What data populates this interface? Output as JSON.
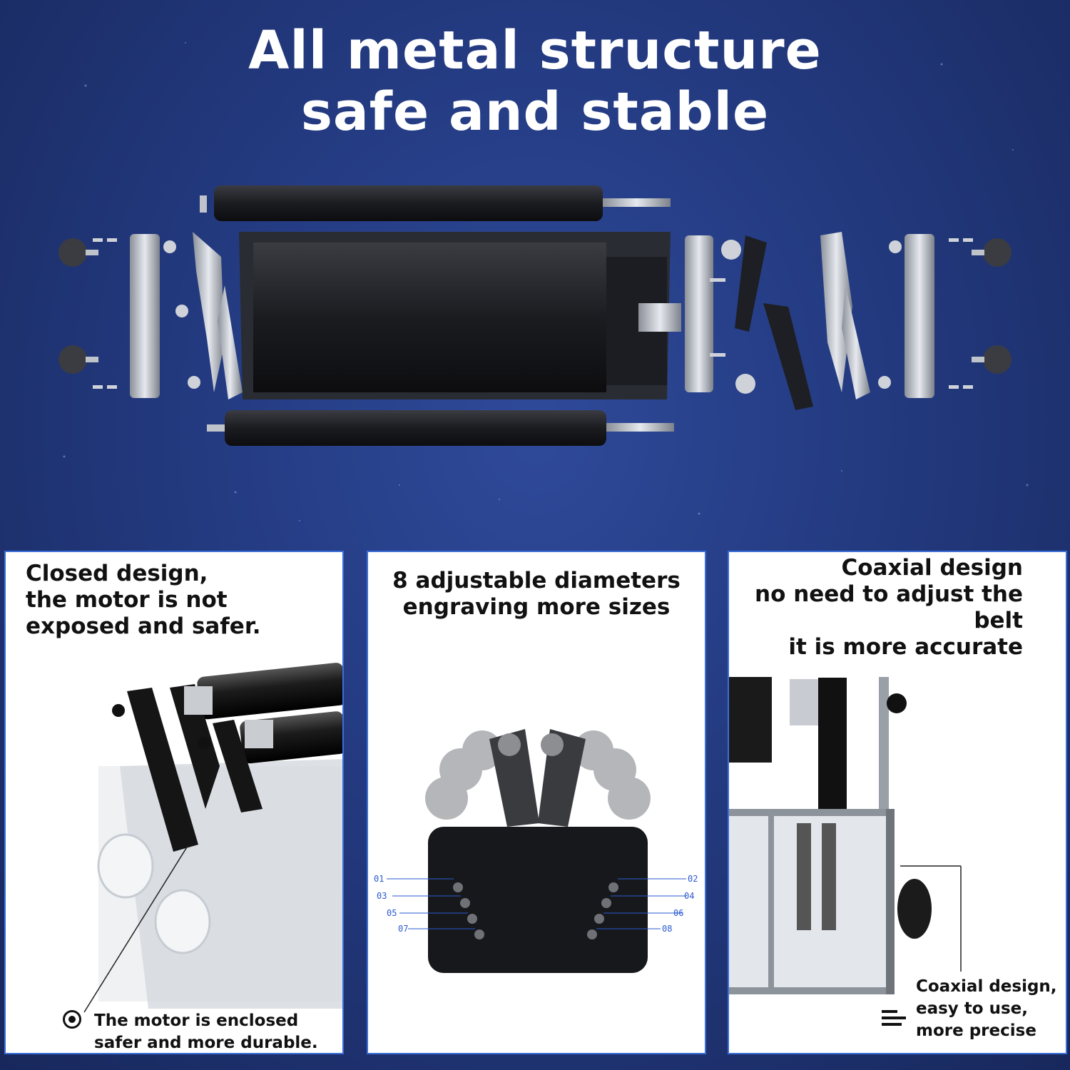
{
  "headline": {
    "line1": "All metal structure",
    "line2": "safe and stable"
  },
  "panels": {
    "closed": {
      "title": [
        "Closed design,",
        " the motor is not",
        " exposed and safer."
      ],
      "note": [
        "The motor is enclosed",
        "safer and more durable."
      ]
    },
    "diameters": {
      "title": [
        "8 adjustable diameters",
        "engraving more sizes"
      ],
      "hole_labels": [
        "01",
        "02",
        "03",
        "04",
        "05",
        "06",
        "07",
        "08"
      ]
    },
    "coaxial": {
      "title": [
        "Coaxial design",
        "no need to adjust the belt",
        "it is more accurate"
      ],
      "note": [
        "Coaxial design,",
        " easy  to use,",
        "more precise"
      ]
    }
  },
  "icons": [
    "radio-bullet-icon",
    "lines-icon"
  ],
  "colors": {
    "background": "#233a80",
    "panel_border": "#3b6fd8",
    "hole_label": "#2a5ad0"
  }
}
